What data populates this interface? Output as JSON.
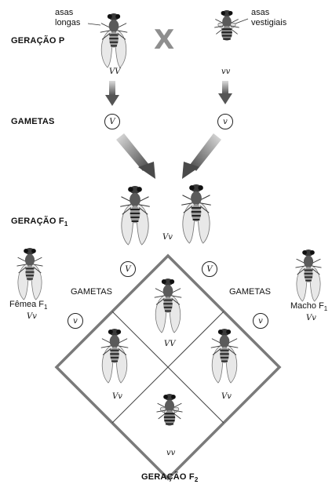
{
  "parents": {
    "generation_label": "GERAÇÃO P",
    "cross_symbol": "X",
    "left_desc_line1": "asas",
    "left_desc_line2": "longas",
    "right_desc_line1": "asas",
    "right_desc_line2": "vestigiais",
    "left_genotype": "VV",
    "right_genotype": "vv"
  },
  "gametes_p": {
    "label": "GAMETAS",
    "left_allele": "V",
    "right_allele": "v"
  },
  "f1": {
    "generation_label": "GERAÇÃO F",
    "generation_sub": "1",
    "genotype": "Vv"
  },
  "female": {
    "label": "Fêmea F",
    "label_sub": "1",
    "genotype": "Vv"
  },
  "male": {
    "label": "Macho F",
    "label_sub": "1",
    "genotype": "Vv"
  },
  "punnett": {
    "left_gametes_label": "GAMETAS",
    "right_gametes_label": "GAMETAS",
    "left_top_allele": "V",
    "left_bottom_allele": "v",
    "right_top_allele": "V",
    "right_bottom_allele": "v",
    "cell_top": "VV",
    "cell_left": "Vv",
    "cell_right": "Vv",
    "cell_bottom": "vv"
  },
  "f2": {
    "generation_label": "GERAÇÃO F",
    "generation_sub": "2"
  },
  "colors": {
    "arrow_dark": "#5a5a5a",
    "arrow_light": "#bdbdbd",
    "diamond_border": "#7a7a7a",
    "fly_body": "#2b2b2b",
    "fly_wing": "#e6e6e6"
  },
  "icons": [
    "fruit-fly-long-wings-icon",
    "fruit-fly-vestigial-wings-icon",
    "gradient-arrow-icon"
  ]
}
